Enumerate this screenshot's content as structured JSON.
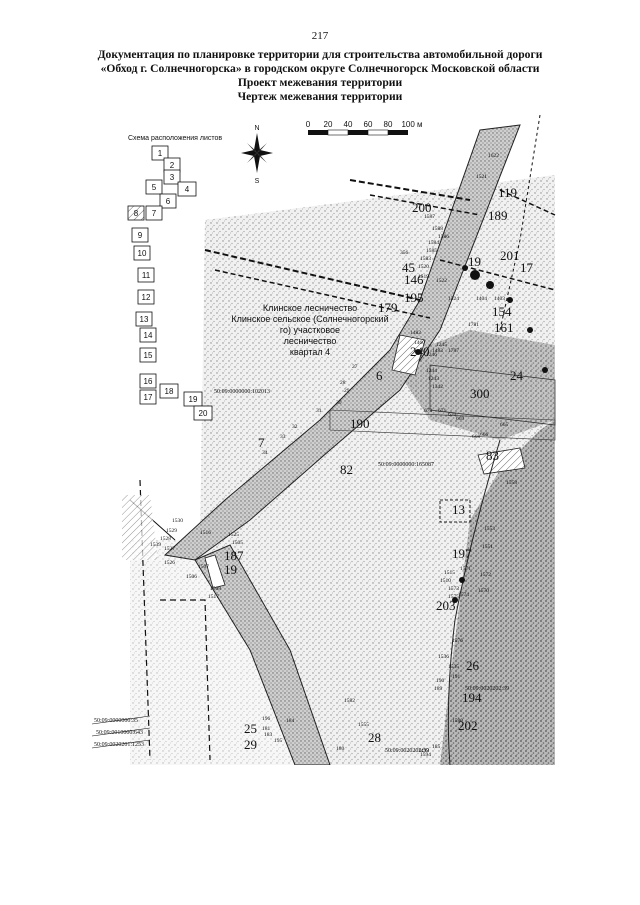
{
  "page_number": "217",
  "titles": [
    "Документация по планировке территории для строительства автомобильной дороги",
    "«Обход г. Солнечногорска» в городском округе Солнечногорск Московской области",
    "Проект межевания территории",
    "Чертеж межевания территории"
  ],
  "scale_bar": {
    "ticks": [
      "0",
      "20",
      "40",
      "60",
      "80",
      "100 м"
    ]
  },
  "north_arrow": {
    "north": "N",
    "south": "S",
    "icon": "compass-rose-icon"
  },
  "sheet_index": {
    "title": "Схема расположения листов",
    "sheets": [
      "1",
      "2",
      "3",
      "4",
      "5",
      "6",
      "7",
      "8",
      "9",
      "10",
      "11",
      "12",
      "13",
      "14",
      "15",
      "16",
      "17",
      "18",
      "19",
      "20"
    ]
  },
  "forest_label": [
    "Клинское лесничество",
    "Клинское сельское (Солнечногорский",
    "го) участковое",
    "лесничество",
    "квартал 4"
  ],
  "cadastral_numbers": [
    "50:09:0000000:102013",
    "50:09:0000000:165087",
    "50:09:0000000:35",
    "50:09:0010000:643",
    "50:09:0020201:1253",
    "50:09:0020202:39",
    "50:09:0020202:39"
  ],
  "parcel_labels_large": [
    "200",
    "189",
    "119",
    "19",
    "201",
    "45",
    "146",
    "195",
    "179",
    "154",
    "17",
    "161",
    "240",
    "6",
    "24",
    "300",
    "190",
    "82",
    "7",
    "83",
    "187",
    "19",
    "197",
    "203",
    "26",
    "194",
    "202",
    "25",
    "29",
    "28",
    "13"
  ],
  "point_labels_small": [
    "1622",
    "1521",
    "1587",
    "1588",
    "1586",
    "1584",
    "1585",
    "1583",
    "356",
    "1520",
    "1519",
    "1522",
    "1404",
    "1403",
    "1524",
    "1482",
    "1460",
    "1781",
    "1483",
    "1787",
    "1245",
    "1246",
    "1244",
    "1243",
    "1342",
    "27",
    "28",
    "29",
    "30",
    "31",
    "32",
    "33",
    "34",
    "673",
    "671",
    "670",
    "669",
    "668",
    "665",
    "666",
    "1558",
    "1553",
    "1551",
    "1539",
    "1530",
    "1529",
    "1528",
    "1527",
    "1526",
    "1525",
    "1505",
    "1506",
    "1507",
    "1508",
    "1517",
    "1516",
    "1515",
    "1510",
    "1571",
    "1572",
    "1573",
    "1574",
    "1570",
    "1575",
    "1576",
    "1536",
    "1535",
    "191",
    "190",
    "189",
    "1580",
    "1582",
    "1555",
    "195",
    "196",
    "184",
    "181",
    "183",
    "180",
    "185",
    "1493",
    "1594",
    "16",
    "20"
  ]
}
